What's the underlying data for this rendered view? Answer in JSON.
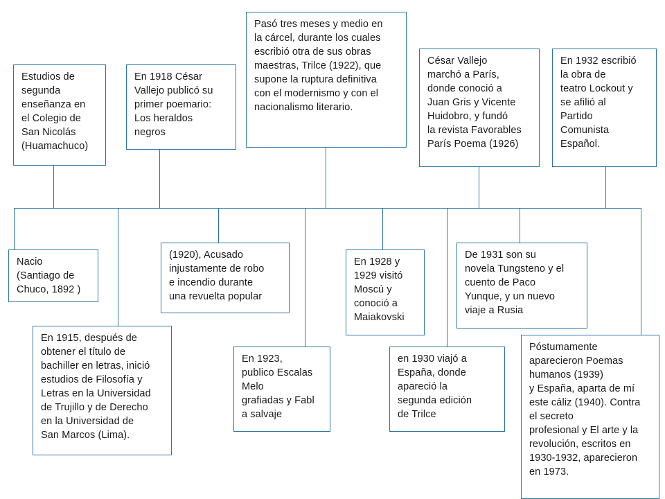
{
  "diagram": {
    "title": "Linea de tiempo - Cesar Vallejo",
    "colors": {
      "border": "#2E75A3",
      "connector": "#2E75A3",
      "background": "#FFFFFF",
      "text": "#1A1A1A"
    },
    "nodes": [
      {
        "id": "estudios-segunda-ensenanza",
        "text": "Estudios de\nsegunda\nenseñanza en\nel Colegio de\nSan Nicolás\n(Huamachuco)"
      },
      {
        "id": "primer-poemario-1918",
        "text": "En 1918 César\nVallejo publicó su\nprimer poemario:\nLos heraldos\nnegros"
      },
      {
        "id": "carcel-trilce",
        "text": "Pasó tres meses y medio en\nla cárcel, durante los cuales\nescribió otra de sus obras\nmaestras, Trilce (1922), que\nsupone la ruptura definitiva\ncon el modernismo y con el\nnacionalismo literario."
      },
      {
        "id": "paris-favorables",
        "text": "César Vallejo\nmarchó a París,\ndonde conoció a\nJuan Gris y Vicente\nHuidobro, y fundó\nla revista Favorables\nParís Poema (1926)"
      },
      {
        "id": "lockout-1932",
        "text": "En 1932 escribió\nla obra de\nteatro Lockout y\nse afilió al\nPartido\nComunista\nEspañol."
      },
      {
        "id": "nacimiento-1892",
        "text": "Nacio\n(Santiago de\nChuco, 1892 )"
      },
      {
        "id": "acusado-1920",
        "text": "(1920), Acusado\ninjustamente de robo\ne incendio durante\nuna revuelta popular"
      },
      {
        "id": "moscu-1928-1929",
        "text": "En 1928 y\n1929 visitó\nMoscú y\nconoció a\nMaiakovski"
      },
      {
        "id": "tungsteno-1931",
        "text": "De 1931 son su\nnovela Tungsteno y el\ncuento de Paco\nYunque, y un nuevo\nviaje a Rusia"
      },
      {
        "id": "bachiller-1915",
        "text": "En 1915, después de\nobtener el título de\nbachiller en letras, inició\nestudios de Filosofía y\nLetras en la Universidad\nde Trujillo y de Derecho\nen la Universidad de\nSan Marcos (Lima)."
      },
      {
        "id": "escalas-1923",
        "text": "En 1923,\npublico Escalas\nMelo\ngrafiadas y Fabl\na salvaje"
      },
      {
        "id": "espana-1930",
        "text": "en 1930 viajó a\nEspaña, donde\napareció la\nsegunda edición\nde Trilce"
      },
      {
        "id": "postumamente",
        "text": "Póstumamente\naparecieron Poemas\nhumanos (1939)\ny España, aparta de mí\neste cáliz (1940). Contra\nel secreto\nprofesional y El arte y la\nrevolución, escritos en\n1930-1932, aparecieron\nen 1973."
      }
    ]
  }
}
